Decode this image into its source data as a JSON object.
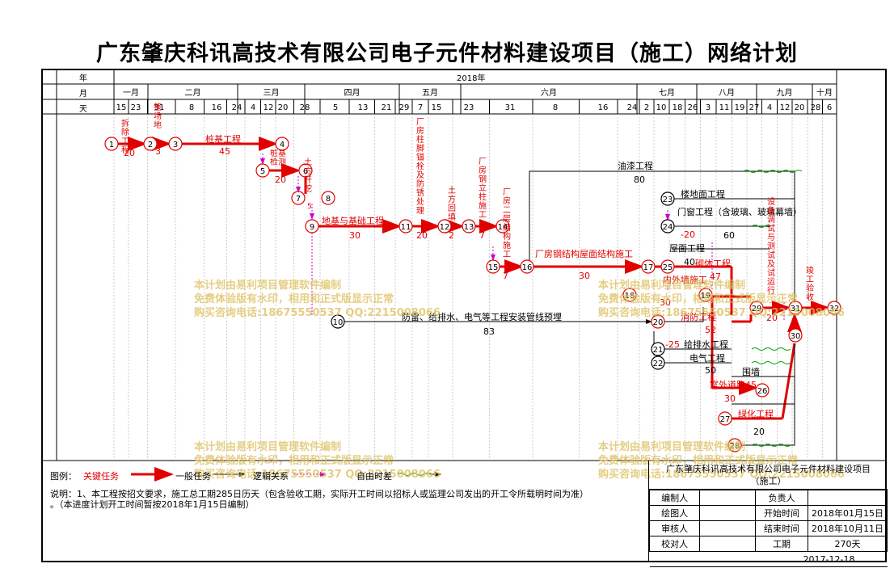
{
  "title": "广东肇庆科讯高技术有限公司电子元件材料建设项目（施工）网络计划",
  "timeline": {
    "year_label": "年",
    "year": "2018年",
    "month_label": "月",
    "day_label": "天",
    "months": [
      "一月",
      "二月",
      "三月",
      "四月",
      "五月",
      "六月",
      "七月",
      "八月",
      "九月",
      "十月"
    ],
    "days": [
      "15",
      "23",
      "31",
      "8",
      "16",
      "24",
      "4",
      "12",
      "20",
      "28",
      "5",
      "13",
      "21",
      "29",
      "7",
      "15",
      "23",
      "31",
      "8",
      "16",
      "24",
      "2",
      "10",
      "18",
      "26",
      "3",
      "11",
      "19",
      "27",
      "4",
      "12",
      "20",
      "28",
      "6"
    ]
  },
  "nodes": [
    "1",
    "2",
    "3",
    "4",
    "5",
    "6",
    "7",
    "8",
    "9",
    "10",
    "11",
    "12",
    "13",
    "14",
    "15",
    "16",
    "17",
    "18",
    "19",
    "20",
    "21",
    "22",
    "23",
    "24",
    "25",
    "26",
    "27",
    "28",
    "29",
    "30",
    "31",
    "32"
  ],
  "tasks": {
    "t1": "拆除工程",
    "t1d": "20",
    "t2": "整场地",
    "t2d": "3",
    "t3": "桩基工程",
    "t3d": "45",
    "t4": "桩基检测",
    "t4d": "20",
    "t5": "土方开挖",
    "t5d": "5",
    "t6": "地基与基础工程",
    "t6d": "30",
    "t7": "厂房柱脚锚栓及防锈处理",
    "t7d": "20",
    "t8": "土方回填",
    "t8d": "2",
    "t9": "厂房钢立柱施工",
    "t9d": "7",
    "t10": "厂房二层结构施工",
    "t10d": "7",
    "t11": "厂房钢结构屋面结构施工",
    "t11d": "30",
    "t12": "油漆工程",
    "t12d": "80",
    "t13": "楼地面工程",
    "t14": "门窗工程（含玻璃、玻璃幕墙）",
    "t14d": "60",
    "t15": "屋面工程",
    "t15d": "40",
    "t16": "砌体工程",
    "t16d": "47",
    "t17": "内外墙施工",
    "t17d": "30",
    "t18": "消防工程",
    "t19": "防雷、给排水、电气等工程安装管线预埋",
    "t19d": "83",
    "t20": "给排水工程",
    "t21": "电气工程",
    "t22": "室外道路",
    "t23": "围墙",
    "t24": "绿化工程",
    "t25": "设备调试与测试及试运行",
    "t25d": "20",
    "t26": "竣工验收",
    "t27": "-20",
    "t28": "-25",
    "t29": "50",
    "t30": "45",
    "t31": "30",
    "t32": "20",
    "t33": "52"
  },
  "legend": {
    "prefix": "图例：",
    "critical": "关键任务",
    "normal": "一般任务",
    "logic": "逻辑关系",
    "float": "自由时差"
  },
  "notes": {
    "line1": "说明：1、本工程按招文要求，施工总工期285日历天（包含验收工期，实际开工时间以招标人或监理公司发出的开工令所载明时间为准）",
    "line2": "。（本进度计划开工时间暂按2018年1月15日编制）"
  },
  "title_block": {
    "project": "广东肇庆科讯高技术有限公司电子元件材料建设项目",
    "project_sub": "（施工）",
    "compiler": "编制人",
    "drawer": "绘图人",
    "reviewer": "审核人",
    "checker": "校对人",
    "responsible": "负责人",
    "start_label": "开始时间",
    "start_value": "2018年01月15日",
    "end_label": "结束时间",
    "end_value": "2018年10月11日",
    "duration_label": "工期",
    "duration_value": "270天",
    "date": "2017-12-18"
  },
  "watermark": {
    "line1": "本计划由易利项目管理软件编制",
    "line2": "免费体验版有水印，相用和正式版显示正常",
    "line3": "购买咨询电话:18675550537 QQ:2215008066"
  },
  "colors": {
    "critical": "#e00000",
    "normal": "#000000",
    "float": "#00a000",
    "logic": "#cc00cc"
  }
}
